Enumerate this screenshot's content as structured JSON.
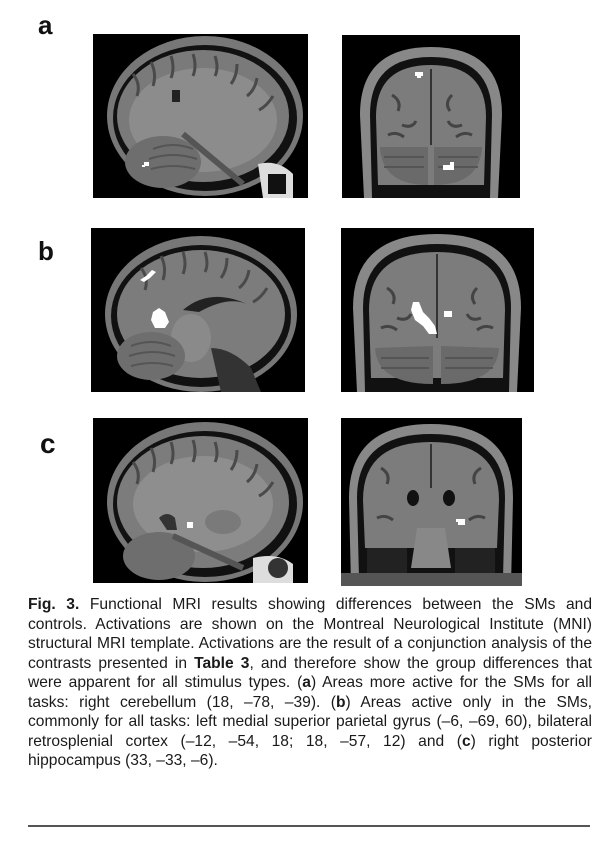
{
  "figure": {
    "panels": [
      {
        "label": "a",
        "views": [
          "sagittal",
          "coronal"
        ],
        "activations": [
          "right cerebellum"
        ]
      },
      {
        "label": "b",
        "views": [
          "sagittal",
          "coronal"
        ],
        "activations": [
          "left medial superior parietal gyrus",
          "bilateral retrosplenial cortex"
        ]
      },
      {
        "label": "c",
        "views": [
          "sagittal",
          "coronal"
        ],
        "activations": [
          "right posterior hippocampus"
        ]
      }
    ]
  },
  "caption": {
    "fig_label": "Fig. 3.",
    "text_1": " Functional MRI results showing differences between the SMs and controls. Activations are shown on the Montreal Neurological Institute (MNI) structural MRI template. Activations are the result of a conjunction analysis of the contrasts presented in ",
    "table_ref": "Table 3",
    "text_2": ", and therefore show the group differences that were apparent for all stimulus types. (",
    "a": "a",
    "text_3": ") Areas more active for the SMs for all tasks: right cerebellum (18, –78, –39). (",
    "b": "b",
    "text_4": ") Areas active only in the SMs, commonly for all tasks: left medial superior parietal gyrus (–6, –69, 60), bilateral retrosplenial cortex (–12, –54, 18; 18, –57, 12) and (",
    "c": "c",
    "text_5": ") right posterior hippocampus (33, –33, –6)."
  },
  "colors": {
    "background": "#ffffff",
    "mri_background": "#000000",
    "activation": "#ffffff",
    "rule": "#555555"
  }
}
